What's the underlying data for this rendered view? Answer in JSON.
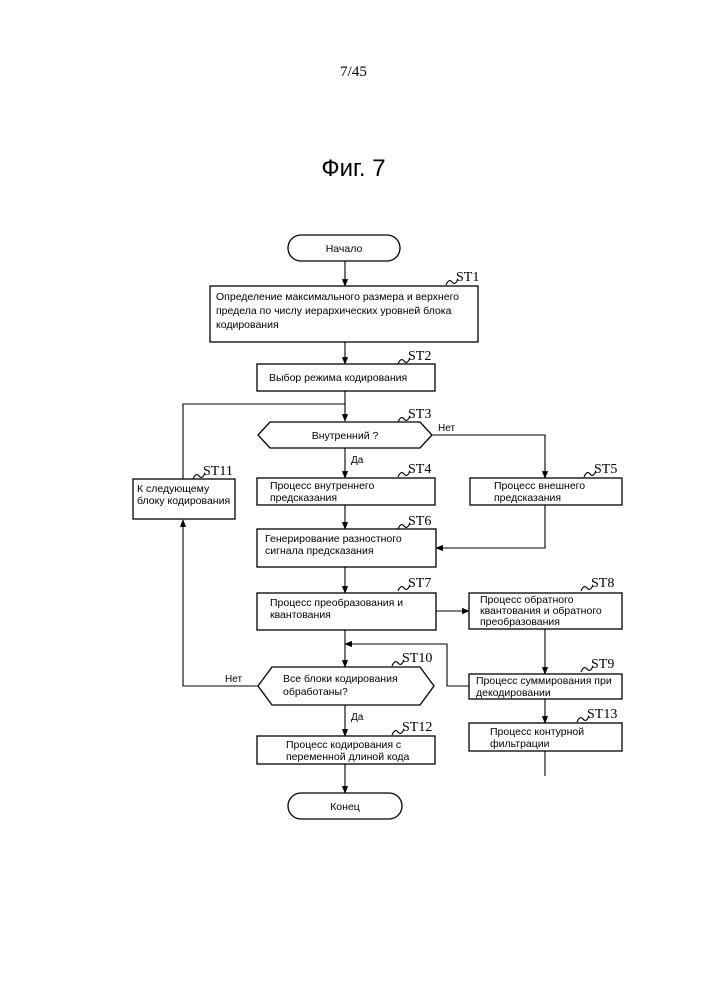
{
  "page_number": "7/45",
  "figure_title": "Фиг. 7",
  "nodes": {
    "start": "Начало",
    "st1": [
      "Определение максимального размера и верхнего",
      "предела по числу иерархических уровней блока",
      "кодирования"
    ],
    "st2": [
      "Выбор режима кодирования"
    ],
    "st3": "Внутренний ?",
    "st4": [
      "Процесс внутреннего",
      "предсказания"
    ],
    "st5": [
      "Процесс внешнего",
      "предсказания"
    ],
    "st6": [
      "Генерирование разностного",
      "сигнала предсказания"
    ],
    "st7": [
      "Процесс преобразования и",
      "квантования"
    ],
    "st8": [
      "Процесс обратного",
      "квантования и обратного",
      "преобразования"
    ],
    "st9": [
      "Процесс суммирования при",
      "декодировании"
    ],
    "st10": [
      "Все блоки кодирования",
      "обработаны?"
    ],
    "st11": [
      "К следующему",
      "блоку кодирования"
    ],
    "st12": [
      "Процесс кодирования с",
      "переменной длиной кода"
    ],
    "st13": [
      "Процесс контурной",
      "фильтрации"
    ],
    "end": "Конец"
  },
  "step_labels": {
    "st1": "ST1",
    "st2": "ST2",
    "st3": "ST3",
    "st4": "ST4",
    "st5": "ST5",
    "st6": "ST6",
    "st7": "ST7",
    "st8": "ST8",
    "st9": "ST9",
    "st10": "ST10",
    "st11": "ST11",
    "st12": "ST12",
    "st13": "ST13"
  },
  "branch_labels": {
    "st3_yes": "Да",
    "st3_no": "Нет",
    "st10_yes": "Да",
    "st10_no": "Нет"
  }
}
